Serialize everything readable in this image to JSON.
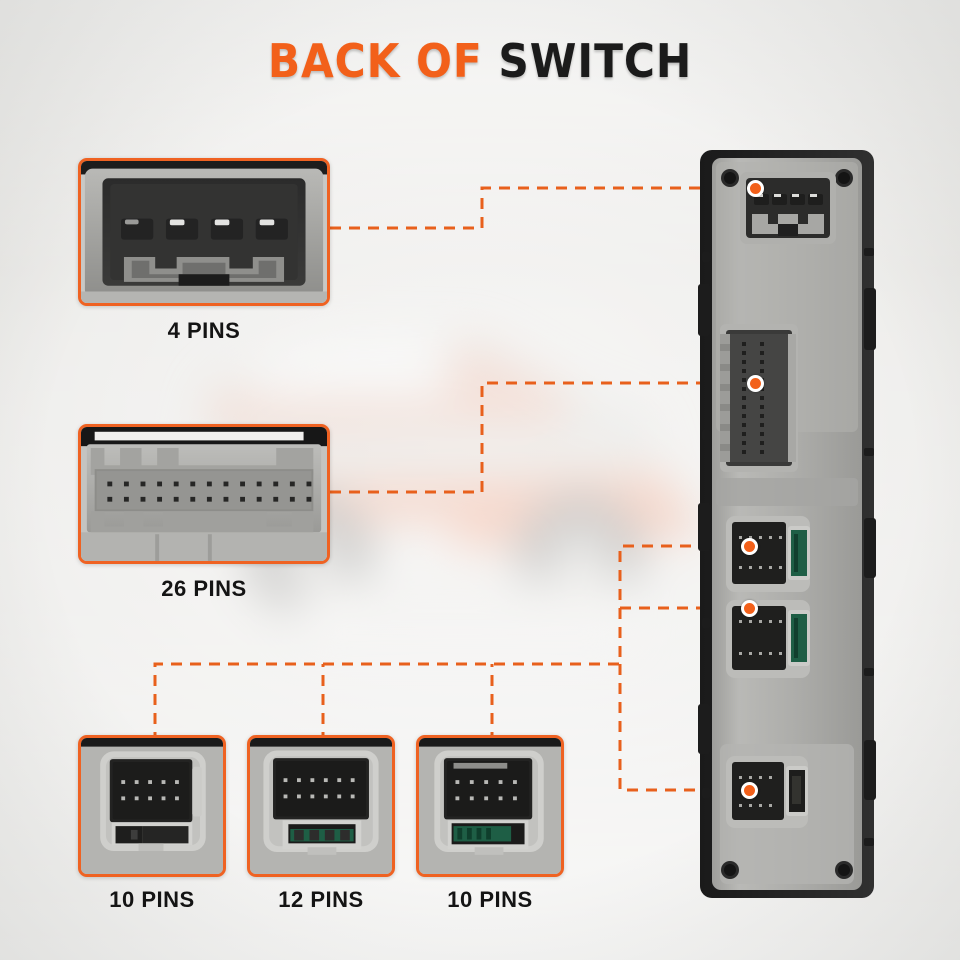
{
  "title": {
    "part_orange": "BACK OF",
    "part_dark": "SWITCH",
    "orange_hex": "#F2601A",
    "dark_hex": "#1B1B1B"
  },
  "theme": {
    "accent_hex": "#EF6222",
    "line_hex": "#E8601C",
    "background_hex": "#E9E9E7",
    "housing_grey_hex": "#A9A9A6",
    "cavity_dark_hex": "#2E2E2E",
    "pcb_green_hex": "#1E5E45"
  },
  "callouts": [
    {
      "id": "callout-4-pins",
      "label": "4 PINS",
      "pin_count": 4,
      "rows": 1,
      "cols": 4,
      "has_pcb": false,
      "style": "deep-cavity"
    },
    {
      "id": "callout-26-pins",
      "label": "26 PINS",
      "pin_count": 26,
      "rows": 2,
      "cols": 13,
      "has_pcb": false,
      "style": "wide-grey"
    },
    {
      "id": "callout-10-pins-left",
      "label": "10 PINS",
      "pin_count": 10,
      "rows": 2,
      "cols": 5,
      "has_pcb": false,
      "style": "black-block"
    },
    {
      "id": "callout-12-pins",
      "label": "12 PINS",
      "pin_count": 12,
      "rows": 2,
      "cols": 6,
      "has_pcb": true,
      "style": "black-block"
    },
    {
      "id": "callout-10-pins-right",
      "label": "10 PINS",
      "pin_count": 10,
      "rows": 2,
      "cols": 5,
      "has_pcb": true,
      "style": "black-block"
    }
  ],
  "switch": {
    "name": "back-of-switch-assembly",
    "connectors": [
      {
        "id": "switch-connector-4-pin",
        "pins": 4,
        "links_to": "callout-4-pins"
      },
      {
        "id": "switch-connector-26-pin",
        "pins": 26,
        "links_to": "callout-26-pins"
      },
      {
        "id": "switch-connector-10-pin-upper",
        "pins": 10,
        "links_to": "callout-10-pins-left"
      },
      {
        "id": "switch-connector-12-pin",
        "pins": 12,
        "links_to": "callout-12-pins"
      },
      {
        "id": "switch-connector-10-pin-lower",
        "pins": 10,
        "links_to": "callout-10-pins-right"
      }
    ],
    "marker_count": 5
  }
}
